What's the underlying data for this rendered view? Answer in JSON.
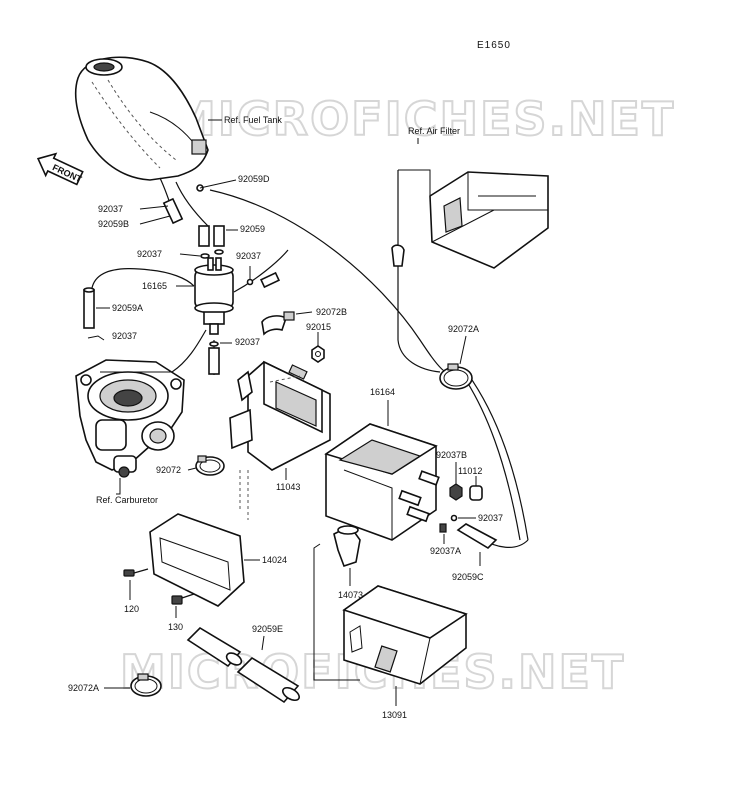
{
  "sheet_code": "E1650",
  "watermarks": [
    "MICROFICHES.NET",
    "MICROFICHES.NET"
  ],
  "front_label": "FRONT",
  "labels": {
    "ref_fuel_tank": "Ref. Fuel Tank",
    "ref_air_filter": "Ref. Air Filter",
    "ref_carburetor": "Ref. Carburetor",
    "p92059D": "92059D",
    "p92037_a": "92037",
    "p92059B": "92059B",
    "p92059_a": "92059",
    "p92037_b": "92037",
    "p92037_c": "92037",
    "p16165": "16165",
    "p92059A": "92059A",
    "p92037_d": "92037",
    "p92072B": "92072B",
    "p92015": "92015",
    "p92037_e": "92037",
    "p92072A_a": "92072A",
    "p16164": "16164",
    "p92037B": "92037B",
    "p11012": "11012",
    "p92037_f": "92037",
    "p92037A": "92037A",
    "p92059C": "92059C",
    "p92072": "92072",
    "p11043": "11043",
    "p14024": "14024",
    "p14073": "14073",
    "p120": "120",
    "p130": "130",
    "p92059E": "92059E",
    "p92072A_b": "92072A",
    "p13091": "13091"
  }
}
